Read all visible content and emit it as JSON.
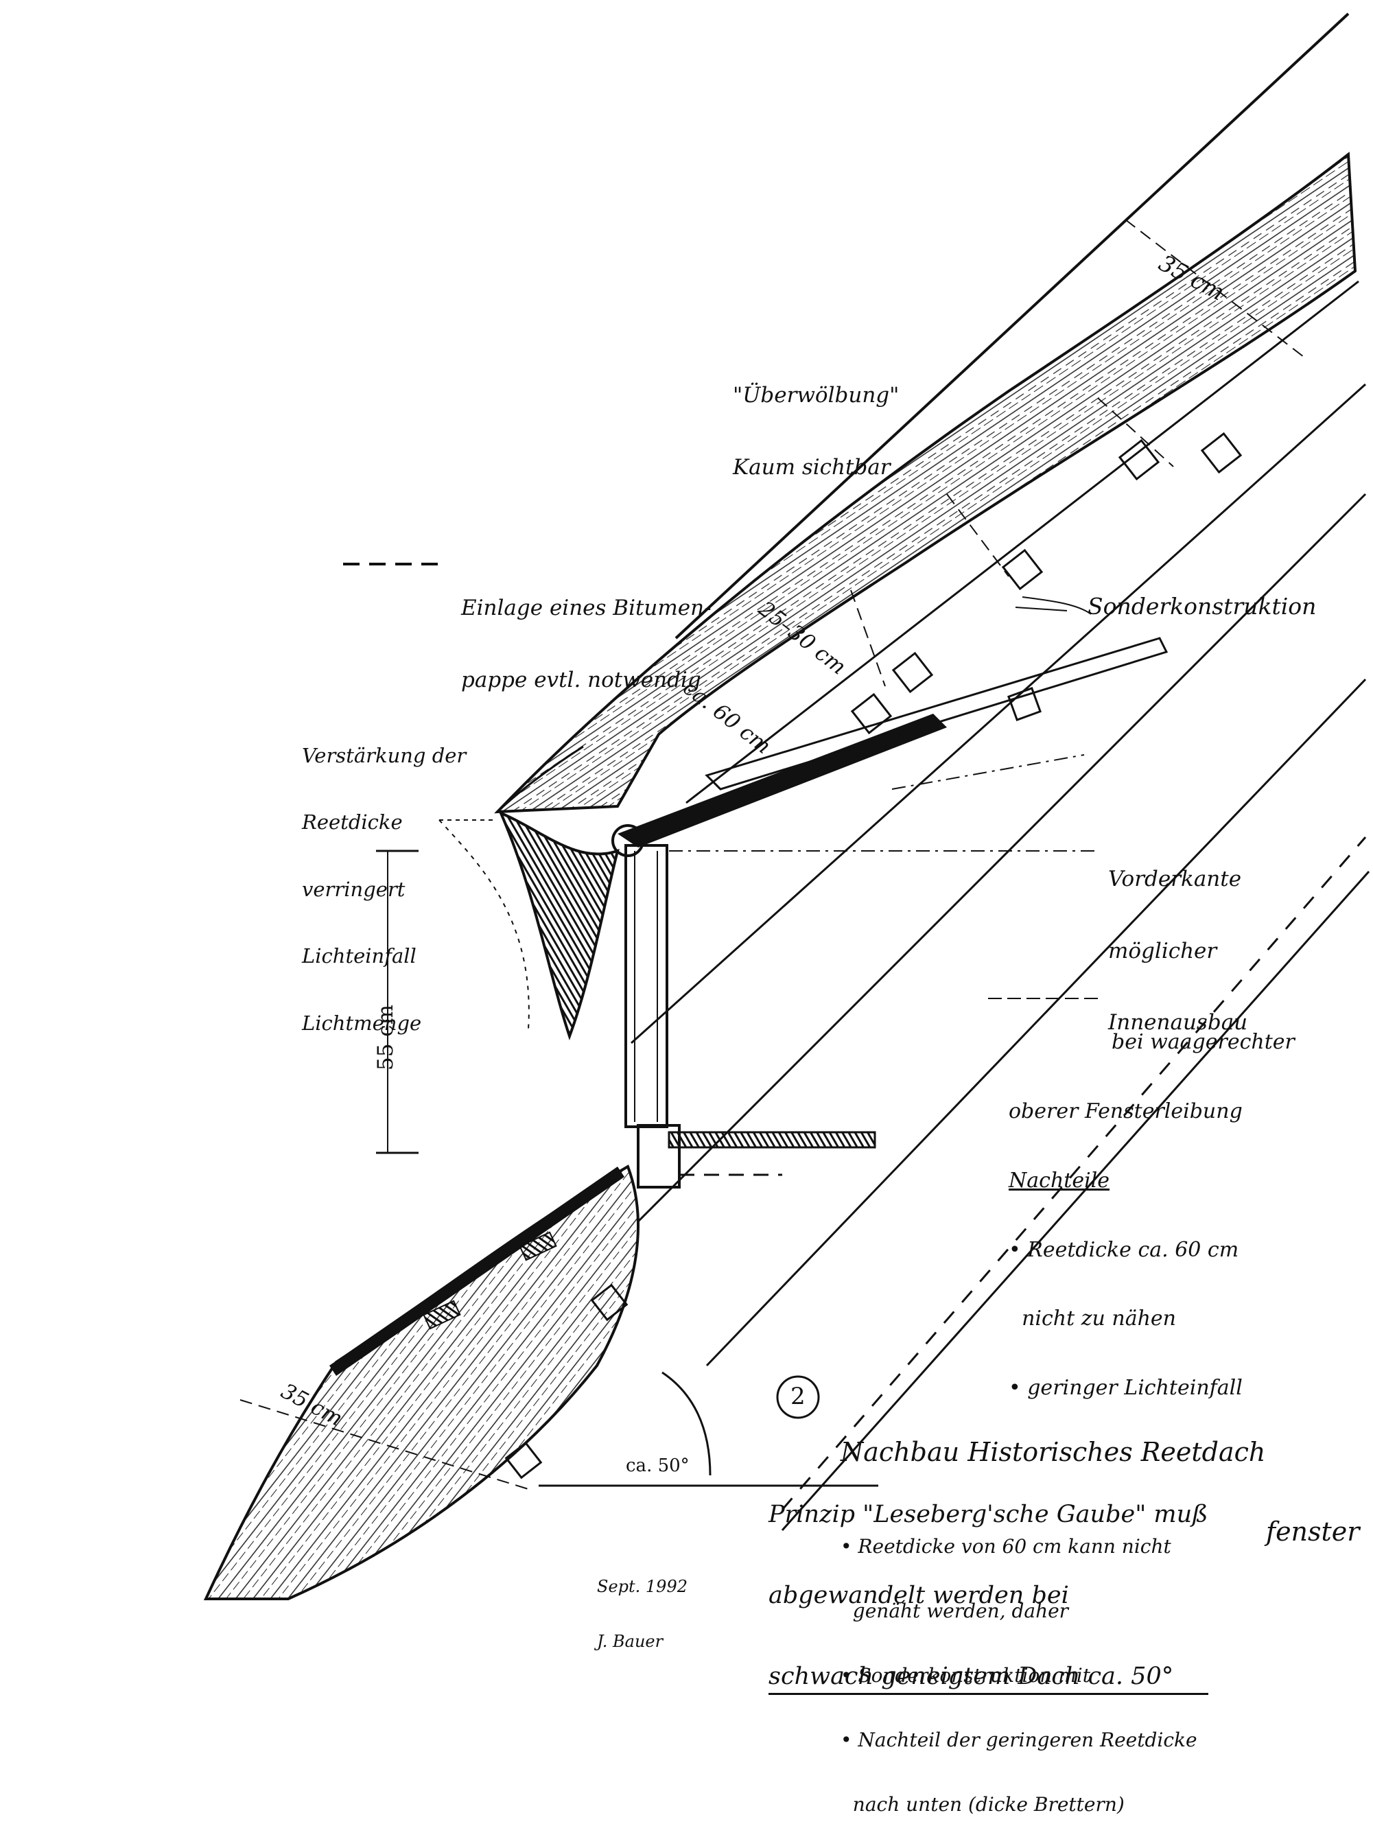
{
  "colors": {
    "ink": "#111111",
    "paper": "#ffffff"
  },
  "annotations": {
    "ueberwoelbung": [
      "\"Überwölbung\"",
      "Kaum sichtbar"
    ],
    "bitumen": [
      "Einlage eines Bitumen-",
      "pappe evtl. notwendig"
    ],
    "sonderkonstruktion": "Sonderkonstruktion",
    "verstaerkung": [
      "Verstärkung der",
      "Reetdicke",
      "verringert",
      "Lichteinfall",
      "Lichtmenge"
    ],
    "vorderkante": [
      "Vorderkante",
      "möglicher",
      "Innenausbau"
    ],
    "waagerecht": [
      "bei waagerechter",
      "oberer Fensterleibung"
    ],
    "nachteile_heading": "Nachteile",
    "nachteile": [
      "• Reetdicke ca. 60 cm",
      "  nicht zu nähen",
      "• geringer Lichteinfall"
    ],
    "title_number": "2",
    "title": [
      "Nachbau Historisches Reetdach",
      "fenster"
    ],
    "principle": [
      "Prinzip \"Leseberg'sche Gaube\" muß",
      "abgewandelt werden bei",
      "schwach geneigtem Dach ca. 50°"
    ],
    "notes": [
      "• Reetdicke von 60 cm kann nicht",
      "  genäht werden, daher",
      "• Sonderkonstruktion mit",
      "• Nachteil der geringeren Reetdicke",
      "  nach unten (dicke Brettern)"
    ],
    "signature": [
      "Sept. 1992",
      "J. Bauer"
    ]
  },
  "dimensions": {
    "top_thickness": "35 cm",
    "mid_thickness": "25–30 cm",
    "overall_thickness": "ca. 60 cm",
    "window_height": "55 cm",
    "bottom_thickness": "35 cm",
    "roof_angle": "ca. 50°"
  }
}
